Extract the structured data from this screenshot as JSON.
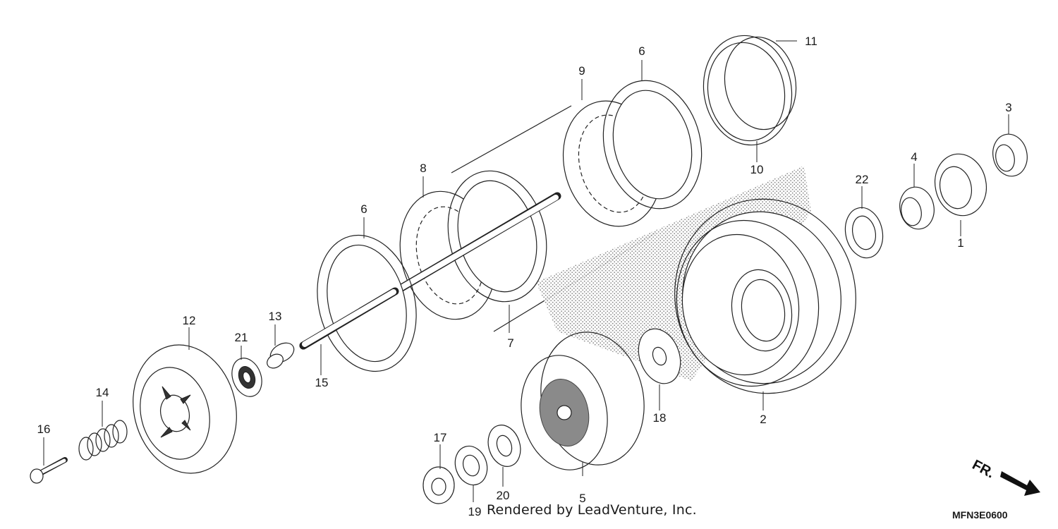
{
  "diagram": {
    "part_numbers": {
      "p1": "1",
      "p2": "2",
      "p3": "3",
      "p4": "4",
      "p5": "5",
      "p6a": "6",
      "p6b": "6",
      "p7": "7",
      "p8": "8",
      "p9": "9",
      "p10": "10",
      "p11": "11",
      "p12": "12",
      "p13": "13",
      "p14": "14",
      "p15": "15",
      "p16": "16",
      "p17": "17",
      "p18": "18",
      "p19": "19",
      "p20": "20",
      "p21": "21",
      "p22": "22"
    },
    "direction_label": "FR.",
    "credit_text": "Rendered by LeadVenture, Inc.",
    "diagram_code": "MFN3E0600"
  }
}
